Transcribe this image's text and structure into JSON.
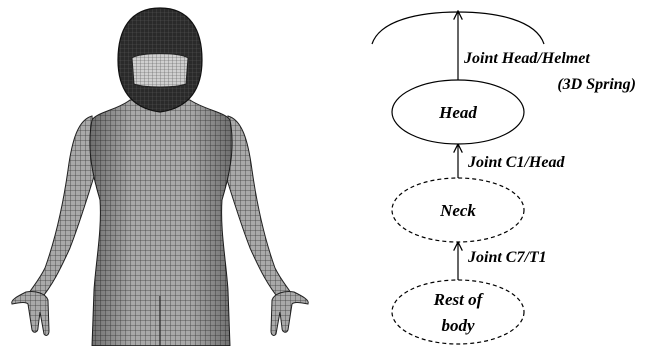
{
  "figure": {
    "model": {
      "description_icon": "human-body-mesh-with-helmet"
    },
    "diagram": {
      "nodes": [
        {
          "id": "head",
          "lines": [
            "Head"
          ],
          "style": "solid"
        },
        {
          "id": "neck",
          "lines": [
            "Neck"
          ],
          "style": "dashed"
        },
        {
          "id": "rest",
          "lines": [
            "Rest of",
            "body"
          ],
          "style": "dashed"
        }
      ],
      "edges": [
        {
          "id": "helmet",
          "lines": [
            "Joint Head/Helmet",
            "(3D Spring)"
          ]
        },
        {
          "id": "c1-head",
          "lines": [
            "Joint C1/Head"
          ]
        },
        {
          "id": "c7-t1",
          "lines": [
            "Joint C7/T1"
          ]
        }
      ]
    }
  }
}
